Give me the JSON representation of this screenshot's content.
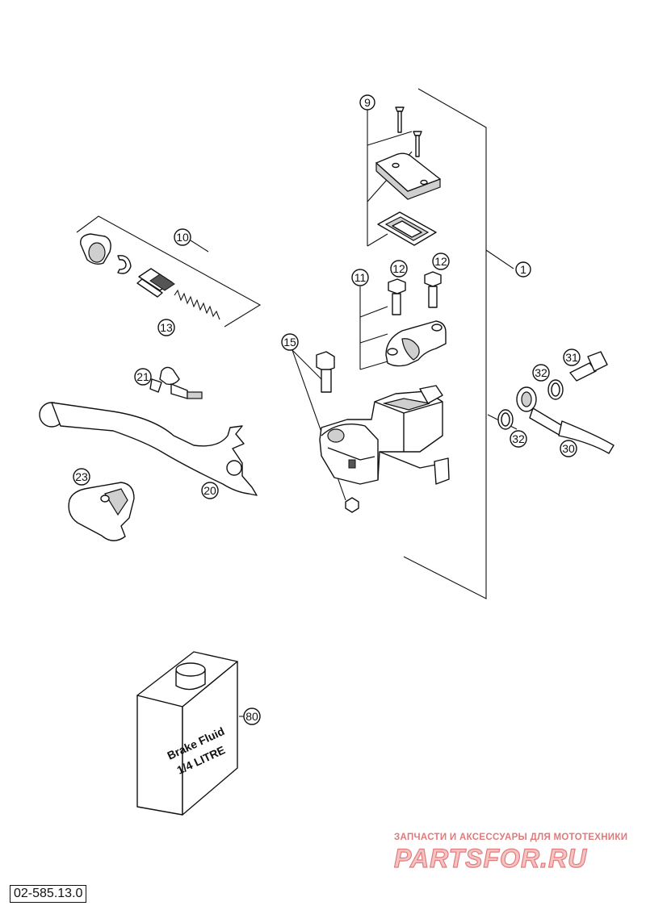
{
  "diagram": {
    "code": "02-585.13.0",
    "watermark": {
      "tagline": "ЗАПЧАСТИ И АКСЕССУАРЫ ДЛЯ МОТОТЕХНИКИ",
      "logo": "PARTSFOR.RU"
    },
    "bottle_label": {
      "line1": "Brake Fluid",
      "line2": "1/4 LITRE"
    },
    "callouts": [
      {
        "id": "9",
        "label": "9"
      },
      {
        "id": "1",
        "label": "1"
      },
      {
        "id": "10",
        "label": "10"
      },
      {
        "id": "13",
        "label": "13"
      },
      {
        "id": "11",
        "label": "11"
      },
      {
        "id": "12a",
        "label": "12"
      },
      {
        "id": "12b",
        "label": "12"
      },
      {
        "id": "15",
        "label": "15"
      },
      {
        "id": "21",
        "label": "21"
      },
      {
        "id": "20",
        "label": "20"
      },
      {
        "id": "23",
        "label": "23"
      },
      {
        "id": "31",
        "label": "31"
      },
      {
        "id": "32a",
        "label": "32"
      },
      {
        "id": "32b",
        "label": "32"
      },
      {
        "id": "30",
        "label": "30"
      },
      {
        "id": "80",
        "label": "80"
      }
    ]
  }
}
